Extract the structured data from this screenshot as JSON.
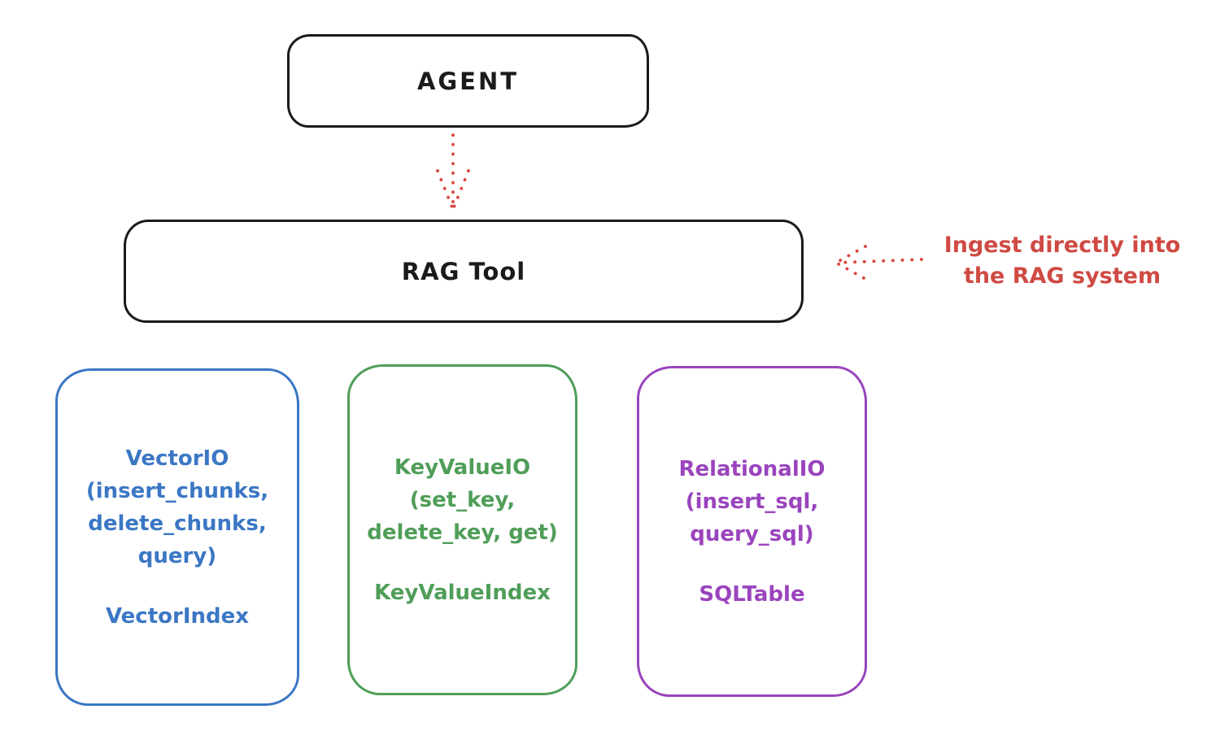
{
  "diagram": {
    "background": "#ffffff",
    "stroke_color": "#1b1b1b",
    "nodes": {
      "agent": {
        "label": "AGENT"
      },
      "rag_tool": {
        "label": "RAG Tool"
      }
    },
    "connectors": [
      {
        "name": "agent-to-rag-tool-arrow",
        "style": "dotted",
        "direction": "down",
        "color": "#d6483f"
      },
      {
        "name": "ingest-into-rag-arrow",
        "style": "dotted",
        "direction": "left",
        "color": "#d6483f"
      }
    ],
    "annotation": {
      "color": "#cf4a43",
      "lines": [
        "Ingest directly into",
        "the RAG system"
      ]
    },
    "stores": [
      {
        "name": "vector-io",
        "color": "#3b77c4",
        "signature_lines": [
          "VectorIO",
          "(insert_chunks,",
          "delete_chunks,",
          "query)"
        ],
        "index_label": "VectorIndex"
      },
      {
        "name": "key-value-io",
        "color": "#4f9e58",
        "signature_lines": [
          "KeyValueIO",
          "(set_key,",
          "delete_key, get)"
        ],
        "index_label": "KeyValueIndex"
      },
      {
        "name": "relational-io",
        "color": "#9a44bd",
        "signature_lines": [
          "RelationalIO",
          "(insert_sql,",
          "query_sql)"
        ],
        "index_label": "SQLTable"
      }
    ]
  }
}
